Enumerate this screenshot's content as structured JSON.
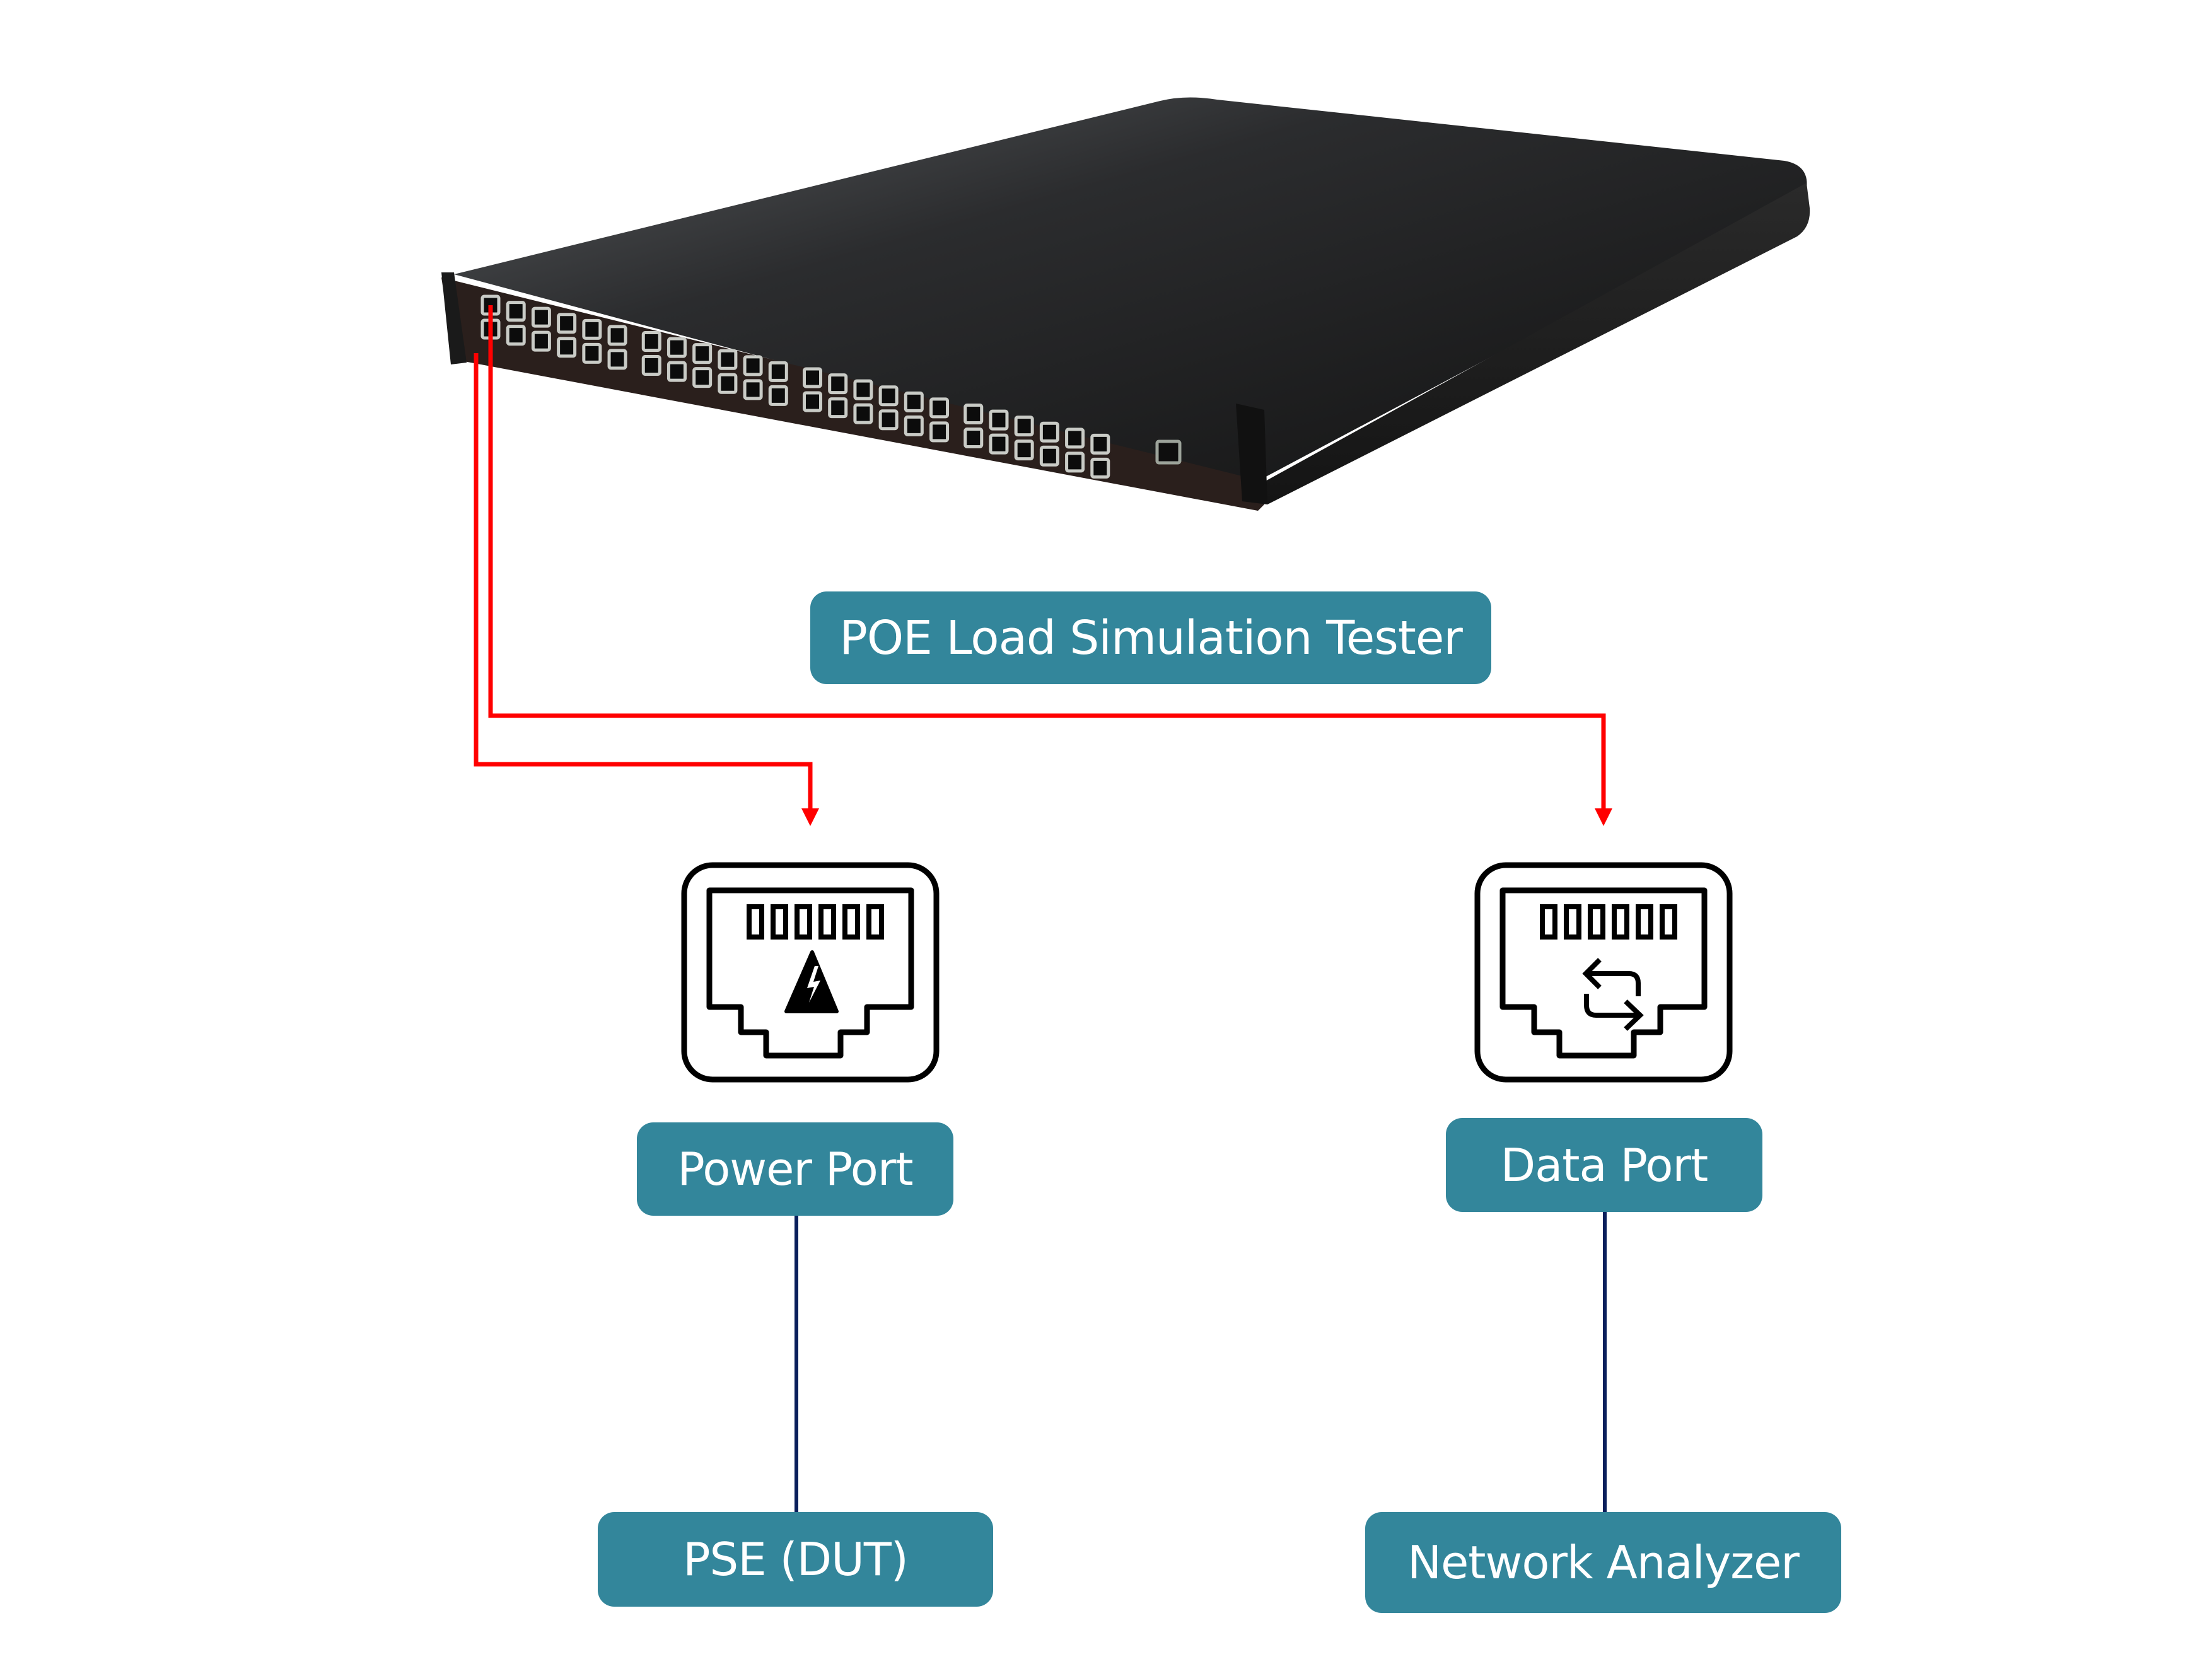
{
  "device": {
    "name": "POE Load Simulation Tester",
    "port_count": 48,
    "icon": "network-switch-image"
  },
  "title_label": "POE Load Simulation Tester",
  "ports": [
    {
      "label": "Power Port",
      "icon": "ethernet-port-power-icon",
      "emblem": "high-voltage-warning-icon"
    },
    {
      "label": "Data Port",
      "icon": "ethernet-port-data-icon",
      "emblem": "exchange-arrows-icon"
    }
  ],
  "endpoints": [
    {
      "label": "PSE (DUT)"
    },
    {
      "label": "Network Analyzer"
    }
  ],
  "connections": [
    {
      "from": "POE Load Simulation Tester",
      "to": "Power Port",
      "style": "red-arrow"
    },
    {
      "from": "POE Load Simulation Tester",
      "to": "Data Port",
      "style": "red-arrow"
    },
    {
      "from": "Power Port",
      "to": "PSE (DUT)",
      "style": "navy-line"
    },
    {
      "from": "Data Port",
      "to": "Network Analyzer",
      "style": "navy-line"
    }
  ],
  "colors": {
    "label_fill": "#33869b",
    "label_text": "#ffffff",
    "arrow": "#ff0000",
    "link_line": "#0a1f5c",
    "device_body": "#1c1c1c",
    "icon_stroke": "#000000"
  }
}
